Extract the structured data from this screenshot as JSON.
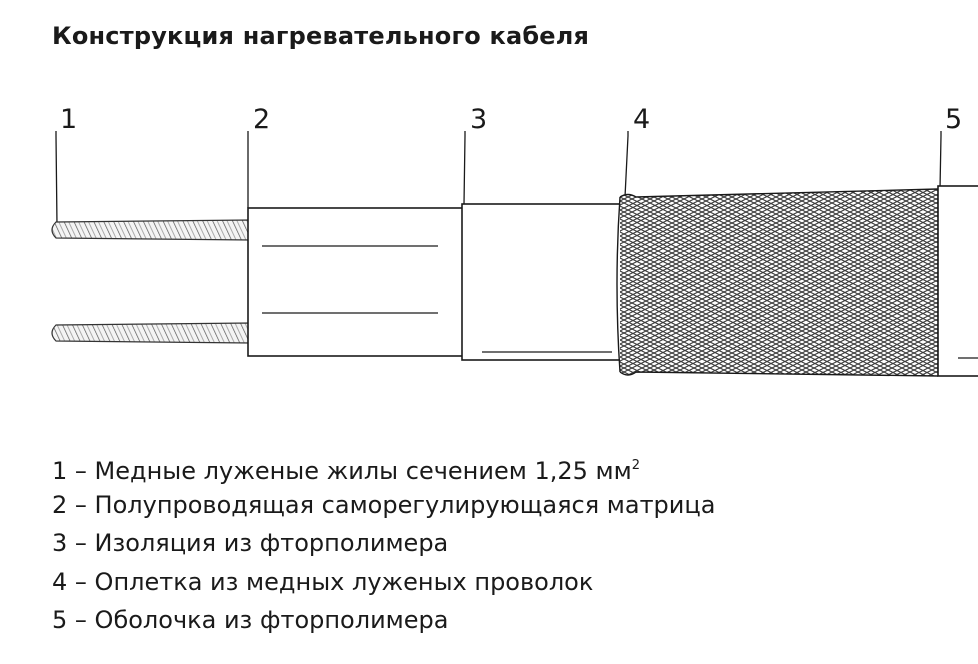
{
  "title": "Конструкция нагревательного кабеля",
  "diagram": {
    "layer_numbers": [
      "1",
      "2",
      "3",
      "4",
      "5"
    ]
  },
  "legend": [
    {
      "num": "1",
      "sep": " – ",
      "text": "Медные луженые жилы сечением 1,25 мм",
      "sup": "2"
    },
    {
      "num": "2",
      "sep": " – ",
      "text": "Полупроводящая саморегулирующаяся матрица",
      "sup": ""
    },
    {
      "num": "3",
      "sep": " – ",
      "text": "Изоляция из фторполимера",
      "sup": ""
    },
    {
      "num": "4",
      "sep": " – ",
      "text": "Оплетка из медных луженых проволок",
      "sup": ""
    },
    {
      "num": "5",
      "sep": " – ",
      "text": "Оболочка из фторполимера",
      "sup": ""
    }
  ]
}
